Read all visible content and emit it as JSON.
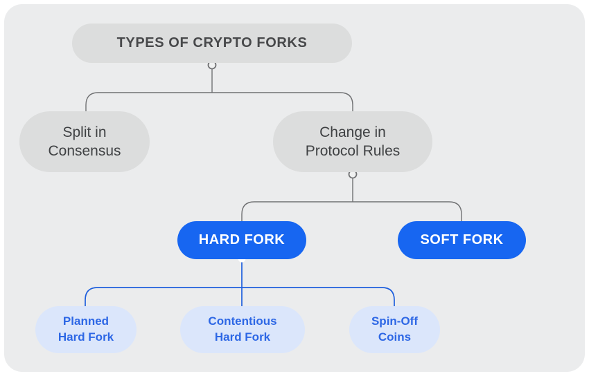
{
  "diagram": {
    "nodes": {
      "root": {
        "label": "TYPES OF CRYPTO FORKS"
      },
      "split": {
        "label": "Split in\nConsensus"
      },
      "change": {
        "label": "Change in\nProtocol Rules"
      },
      "hard": {
        "label": "HARD FORK"
      },
      "soft": {
        "label": "SOFT FORK"
      },
      "planned": {
        "label": "Planned\nHard Fork"
      },
      "contentious": {
        "label": "Contentious\nHard Fork"
      },
      "spinoff": {
        "label": "Spin-Off\nCoins"
      }
    }
  },
  "colors": {
    "page_bg": "#ffffff",
    "card_bg": "#ebeced",
    "gray_node_bg": "#dcdddd",
    "gray_node_text": "#3f4143",
    "title_text": "#48494b",
    "accent_blue": "#1766f1",
    "accent_blue_text": "#ffffff",
    "light_blue_bg": "#dbe6fb",
    "light_blue_text": "#2d67e5",
    "line_gray": "#707173",
    "line_blue": "#1e5fdd",
    "joint_fill": "#f0f1f1",
    "dot_white": "#ffffff"
  }
}
